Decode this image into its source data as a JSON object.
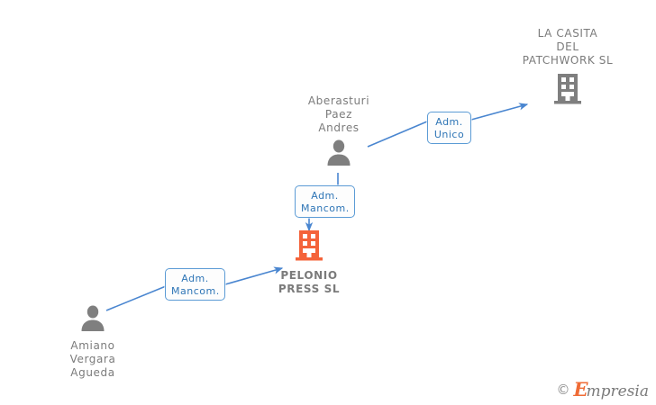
{
  "diagram": {
    "type": "corporate-relationship-graph",
    "background_color": "#ffffff",
    "edge_color": "#4a86d0",
    "company_icon_color_primary": "#f4633a",
    "company_icon_color_secondary": "#7f7f7f",
    "person_icon_color": "#7f7f7f",
    "label_text_color": "#7b7b7b",
    "relation_box_border_color": "#5b9bd5",
    "relation_box_text_color": "#2e75b6"
  },
  "nodes": {
    "company_top_right": {
      "label": "LA CASITA\nDEL\nPATCHWORK SL",
      "icon": "building-icon",
      "kind": "company"
    },
    "person_top": {
      "label": "Aberasturi\nPaez\nAndres",
      "icon": "person-icon",
      "kind": "person"
    },
    "company_center": {
      "label": "PELONIO\nPRESS SL",
      "icon": "building-icon",
      "kind": "company",
      "highlighted": true
    },
    "person_bottom_left": {
      "label": "Amiano\nVergara\nAgueda",
      "icon": "person-icon",
      "kind": "person"
    }
  },
  "edges": {
    "person_top_to_casita": {
      "label": "Adm.\nUnico",
      "from": "person_top",
      "to": "company_top_right"
    },
    "person_top_to_pelonio": {
      "label": "Adm.\nMancom.",
      "from": "person_top",
      "to": "company_center"
    },
    "person_bottom_to_pelonio": {
      "label": "Adm.\nMancom.",
      "from": "person_bottom_left",
      "to": "company_center"
    }
  },
  "watermark": {
    "copyright": "©",
    "brand_initial": "E",
    "brand_rest": "mpresia"
  }
}
